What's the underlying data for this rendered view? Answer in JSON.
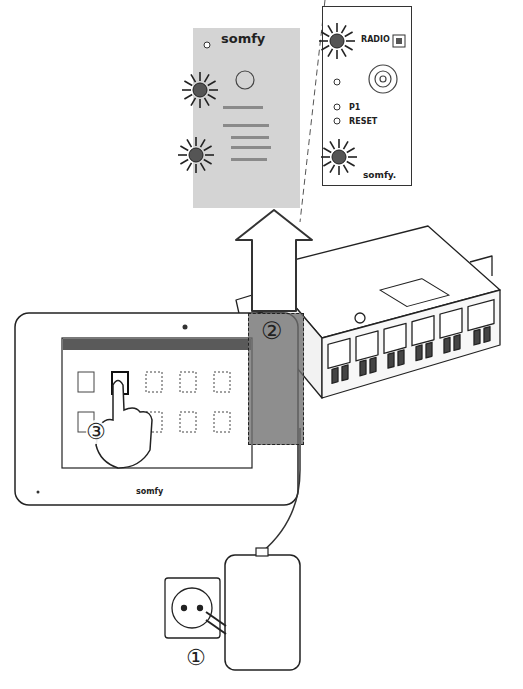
{
  "diagram": {
    "nodes": [
      {
        "text": [
          "somfy"
        ]
      },
      {
        "text": [
          "RADIO",
          "P1",
          "RESET",
          "somfy."
        ]
      },
      {
        "text": [
          "②"
        ]
      }
    ],
    "edges": [
      {
        "from": 2,
        "to": 0,
        "arrow": "to"
      }
    ],
    "labels": [
      "③",
      "somfy",
      "①"
    ]
  }
}
